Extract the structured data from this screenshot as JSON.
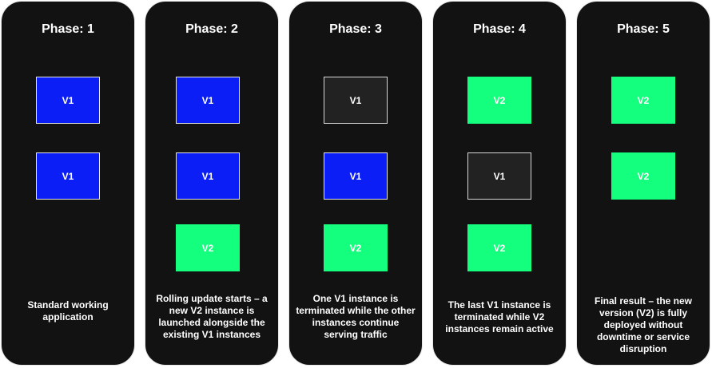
{
  "phases": [
    {
      "title": "Phase: 1",
      "boxes": [
        {
          "label": "V1",
          "state": "v1"
        },
        {
          "label": "V1",
          "state": "v1"
        }
      ],
      "description": "Standard working application"
    },
    {
      "title": "Phase: 2",
      "boxes": [
        {
          "label": "V1",
          "state": "v1"
        },
        {
          "label": "V1",
          "state": "v1"
        },
        {
          "label": "V2",
          "state": "v2"
        }
      ],
      "description": "Rolling update starts – a new V2 instance is launched alongside the existing V1 instances"
    },
    {
      "title": "Phase: 3",
      "boxes": [
        {
          "label": "V1",
          "state": "terminated"
        },
        {
          "label": "V1",
          "state": "v1"
        },
        {
          "label": "V2",
          "state": "v2"
        }
      ],
      "description": "One V1 instance is terminated while the other instances continue serving traffic"
    },
    {
      "title": "Phase: 4",
      "boxes": [
        {
          "label": "V2",
          "state": "v2"
        },
        {
          "label": "V1",
          "state": "terminated"
        },
        {
          "label": "V2",
          "state": "v2"
        }
      ],
      "description": "The last V1 instance is terminated while V2 instances remain active"
    },
    {
      "title": "Phase: 5",
      "boxes": [
        {
          "label": "V2",
          "state": "v2"
        },
        {
          "label": "V2",
          "state": "v2"
        }
      ],
      "description": "Final result – the new version (V2) is fully deployed without downtime or service disruption"
    }
  ],
  "colors": {
    "panel_background": "#121212",
    "panel_border": "#e6e6e6",
    "v1_instance": "#0a1ef5",
    "v2_instance": "#15ff7e",
    "terminated_instance": "#222222",
    "text": "#ffffff"
  }
}
